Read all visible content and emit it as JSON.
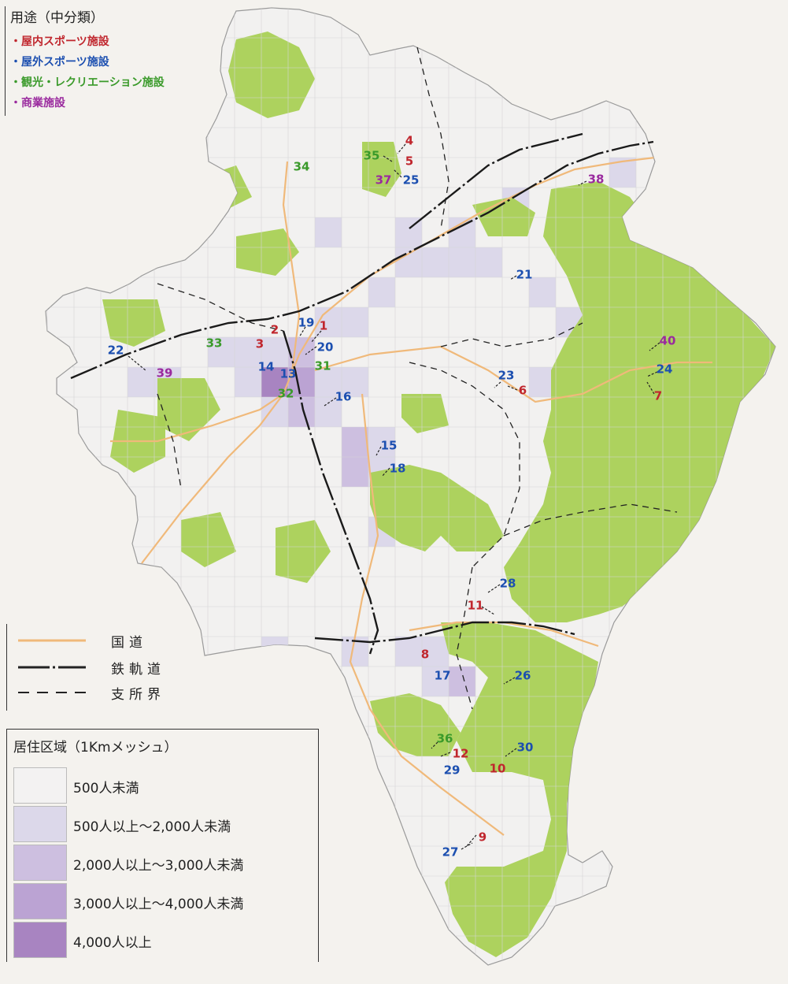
{
  "legend_use": {
    "title": "用途（中分類）",
    "items": [
      {
        "label": "・屋内スポーツ施設",
        "color": "#c0262d"
      },
      {
        "label": "・屋外スポーツ施設",
        "color": "#1c4fb0"
      },
      {
        "label": "・観光・レクリエーション施設",
        "color": "#3a9a2a"
      },
      {
        "label": "・商業施設",
        "color": "#9a2a9e"
      }
    ]
  },
  "legend_lines": {
    "items": [
      {
        "label": "国道",
        "color": "#f0b97a"
      },
      {
        "label": "鉄軌道",
        "color": "#222222"
      },
      {
        "label": "支所界",
        "color": "#222222"
      }
    ]
  },
  "legend_mesh": {
    "title": "居住区域（1Kmメッシュ）",
    "items": [
      {
        "label": "500人未満",
        "color": "#f3f2f2"
      },
      {
        "label": "500人以上～2,000人未満",
        "color": "#dcd8ea"
      },
      {
        "label": "2,000人以上～3,000人未満",
        "color": "#cdbfe0"
      },
      {
        "label": "3,000人以上～4,000人未満",
        "color": "#bba3d3"
      },
      {
        "label": "4,000人以上",
        "color": "#a884c1"
      }
    ]
  },
  "map": {
    "forest_color": "#a9d055",
    "region_fill": "#f2f1f0",
    "facilities": [
      {
        "n": "1",
        "cat": "indoor"
      },
      {
        "n": "2",
        "cat": "indoor"
      },
      {
        "n": "3",
        "cat": "indoor"
      },
      {
        "n": "4",
        "cat": "indoor"
      },
      {
        "n": "5",
        "cat": "indoor"
      },
      {
        "n": "6",
        "cat": "indoor"
      },
      {
        "n": "7",
        "cat": "indoor"
      },
      {
        "n": "8",
        "cat": "indoor"
      },
      {
        "n": "9",
        "cat": "indoor"
      },
      {
        "n": "10",
        "cat": "indoor"
      },
      {
        "n": "11",
        "cat": "indoor"
      },
      {
        "n": "12",
        "cat": "indoor"
      },
      {
        "n": "13",
        "cat": "outdoor"
      },
      {
        "n": "14",
        "cat": "outdoor"
      },
      {
        "n": "15",
        "cat": "outdoor"
      },
      {
        "n": "16",
        "cat": "outdoor"
      },
      {
        "n": "17",
        "cat": "outdoor"
      },
      {
        "n": "18",
        "cat": "outdoor"
      },
      {
        "n": "19",
        "cat": "outdoor"
      },
      {
        "n": "20",
        "cat": "outdoor"
      },
      {
        "n": "21",
        "cat": "outdoor"
      },
      {
        "n": "22",
        "cat": "outdoor"
      },
      {
        "n": "23",
        "cat": "outdoor"
      },
      {
        "n": "24",
        "cat": "outdoor"
      },
      {
        "n": "25",
        "cat": "outdoor"
      },
      {
        "n": "26",
        "cat": "outdoor"
      },
      {
        "n": "27",
        "cat": "outdoor"
      },
      {
        "n": "28",
        "cat": "outdoor"
      },
      {
        "n": "29",
        "cat": "outdoor"
      },
      {
        "n": "30",
        "cat": "outdoor"
      },
      {
        "n": "31",
        "cat": "recreation"
      },
      {
        "n": "32",
        "cat": "recreation"
      },
      {
        "n": "33",
        "cat": "recreation"
      },
      {
        "n": "34",
        "cat": "recreation"
      },
      {
        "n": "35",
        "cat": "recreation"
      },
      {
        "n": "36",
        "cat": "recreation"
      },
      {
        "n": "37",
        "cat": "commercial"
      },
      {
        "n": "38",
        "cat": "commercial"
      },
      {
        "n": "39",
        "cat": "commercial"
      },
      {
        "n": "40",
        "cat": "commercial"
      }
    ],
    "category_colors": {
      "indoor": "#c0262d",
      "outdoor": "#1c4fb0",
      "recreation": "#3a9a2a",
      "commercial": "#9a2a9e"
    }
  }
}
